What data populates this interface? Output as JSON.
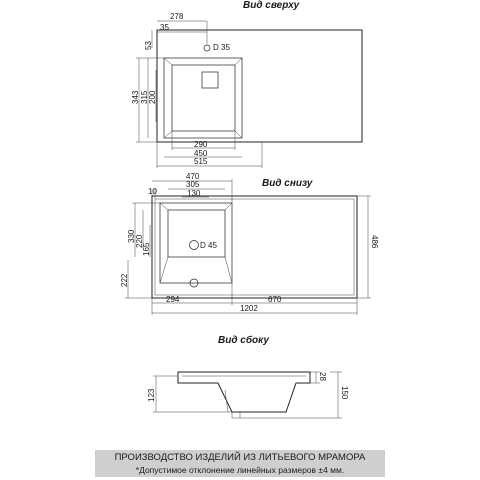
{
  "views": {
    "top": {
      "title": "Вид сверху",
      "dims": {
        "d278": "278",
        "d35": "35",
        "d53": "53",
        "hole": "D 35",
        "d343": "343",
        "d315": "315",
        "d200": "200",
        "d290": "290",
        "d450": "450",
        "d515": "515"
      }
    },
    "bottom": {
      "title": "Вид снизу",
      "dims": {
        "d470": "470",
        "d305": "305",
        "d130": "130",
        "d10": "10",
        "d330": "330",
        "d220": "220",
        "d165": "165",
        "hole": "D 45",
        "d222": "222",
        "d486": "486",
        "d294": "294",
        "d670": "670",
        "d1202": "1202"
      }
    },
    "side": {
      "title": "Вид сбоку",
      "dims": {
        "d28": "28",
        "d150": "150",
        "d123": "123"
      }
    }
  },
  "footer": {
    "line1": "ПРОИЗВОДСТВО ИЗДЕЛИЙ ИЗ ЛИТЬЕВОГО МРАМОРА",
    "line2": "*Допустимое отклонение линейных размеров ±4 мм."
  }
}
